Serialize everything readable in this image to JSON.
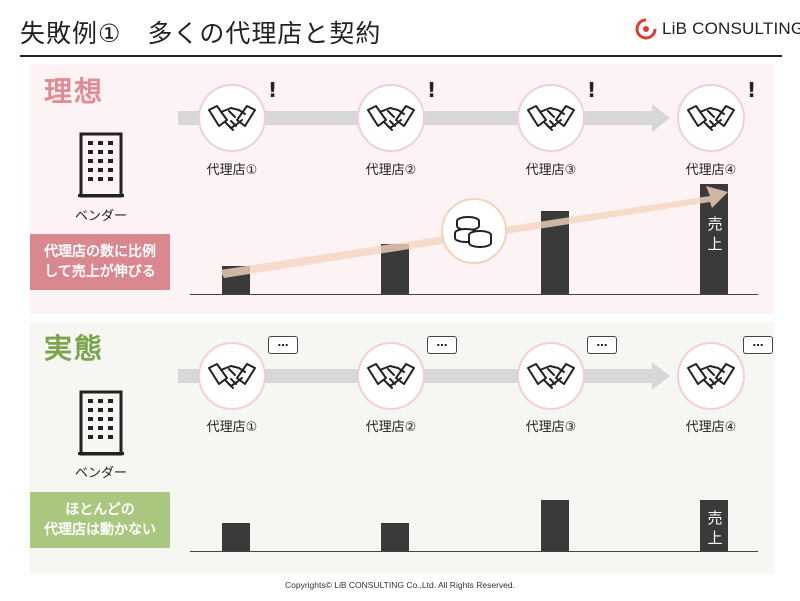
{
  "header": {
    "title": "失敗例①　多くの代理店と契約",
    "logo_text": "LiB CONSULTING"
  },
  "ideal": {
    "heading": "理想",
    "vendor_label": "ベンダー",
    "agents": [
      "代理店①",
      "代理店②",
      "代理店③",
      "代理店④"
    ],
    "reaction": "!",
    "callout_lines": [
      "代理店の数に比例",
      "して売上が伸びる"
    ],
    "sales_label": [
      "売",
      "上"
    ],
    "sales": [
      0.25,
      0.45,
      0.75,
      1.0
    ]
  },
  "reality": {
    "heading": "実態",
    "vendor_label": "ベンダー",
    "agents": [
      "代理店①",
      "代理店②",
      "代理店③",
      "代理店④"
    ],
    "reaction": "…",
    "callout_lines": [
      "ほとんどの",
      "代理店は動かない"
    ],
    "sales_label": [
      "売",
      "上"
    ],
    "sales": [
      0.55,
      0.55,
      1.0,
      1.0
    ]
  },
  "footer": {
    "copyright": "Copyrights© LiB CONSULTING Co.,Ltd.  All Rights Reserved."
  },
  "colors": {
    "ideal_accent": "#df8d95",
    "reality_accent": "#7aa54d",
    "bar": "#3a3a3a",
    "logo_red": "#e03c31"
  }
}
